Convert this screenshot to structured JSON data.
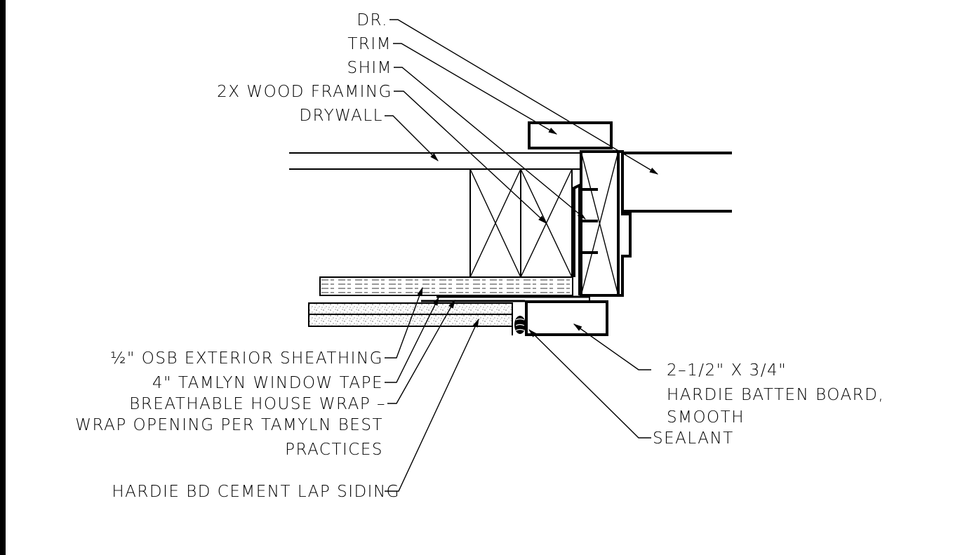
{
  "labels": {
    "dr": "DR.",
    "trim": "TRIM",
    "shim": "SHIM",
    "wood_framing": "2X WOOD FRAMING",
    "drywall": "DRYWALL",
    "osb": "½\" OSB EXTERIOR SHEATHING",
    "window_tape": "4\" TAMLYN WINDOW TAPE",
    "house_wrap": "BREATHABLE HOUSE WRAP –",
    "wrap_opening_1": "WRAP OPENING PER TAMYLN BEST",
    "wrap_opening_2": "PRACTICES",
    "lap_siding": "HARDIE BD CEMENT LAP SIDING",
    "batten_1": "2–1/2\" X 3/4\"",
    "batten_2": "HARDIE BATTEN BOARD,",
    "batten_3": "SMOOTH",
    "sealant": "SEALANT"
  }
}
